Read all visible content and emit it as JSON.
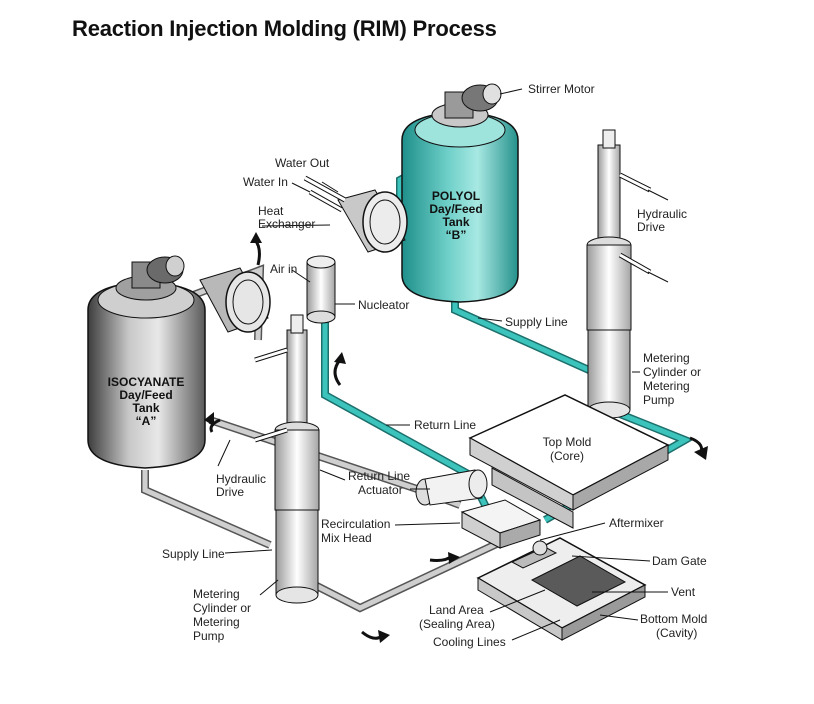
{
  "title": "Reaction Injection Molding (RIM) Process",
  "labels": {
    "stirrer_motor": "Stirrer Motor",
    "water_out": "Water Out",
    "water_in": "Water In",
    "heat_exchanger_1": "Heat",
    "heat_exchanger_2": "Exchanger",
    "air_in": "Air in",
    "nucleator": "Nucleator",
    "polyol_1": "POLYOL",
    "polyol_2": "Day/Feed",
    "polyol_3": "Tank",
    "polyol_4": "“B”",
    "iso_1": "ISOCYANATE",
    "iso_2": "Day/Feed",
    "iso_3": "Tank",
    "iso_4": "“A”",
    "supply_line_right": "Supply Line",
    "hydraulic_drive_right_1": "Hydraulic",
    "hydraulic_drive_right_2": "Drive",
    "metering_right_1": "Metering",
    "metering_right_2": "Cylinder or",
    "metering_right_3": "Metering",
    "metering_right_4": "Pump",
    "return_line_mid": "Return Line",
    "top_mold_1": "Top Mold",
    "top_mold_2": "(Core)",
    "hydraulic_drive_left_1": "Hydraulic",
    "hydraulic_drive_left_2": "Drive",
    "return_line_left": "Return Line",
    "actuator": "Actuator",
    "recirc_1": "Recirculation",
    "recirc_2": "Mix Head",
    "aftermixer": "Aftermixer",
    "supply_line_left": "Supply Line",
    "dam_gate": "Dam Gate",
    "vent": "Vent",
    "metering_left_1": "Metering",
    "metering_left_2": "Cylinder or",
    "metering_left_3": "Metering",
    "metering_left_4": "Pump",
    "land_area_1": "Land Area",
    "land_area_2": "(Sealing Area)",
    "cooling_lines": "Cooling Lines",
    "bottom_mold_1": "Bottom Mold",
    "bottom_mold_2": "(Cavity)"
  },
  "colors": {
    "polyol": "#2fb3ad",
    "polyol_light": "#8fdcd6",
    "isocyanate": "#9a9a9a",
    "isocyanate_dark": "#555555",
    "line_grey": "#bdbdbd",
    "line_teal": "#2fb3ad"
  }
}
